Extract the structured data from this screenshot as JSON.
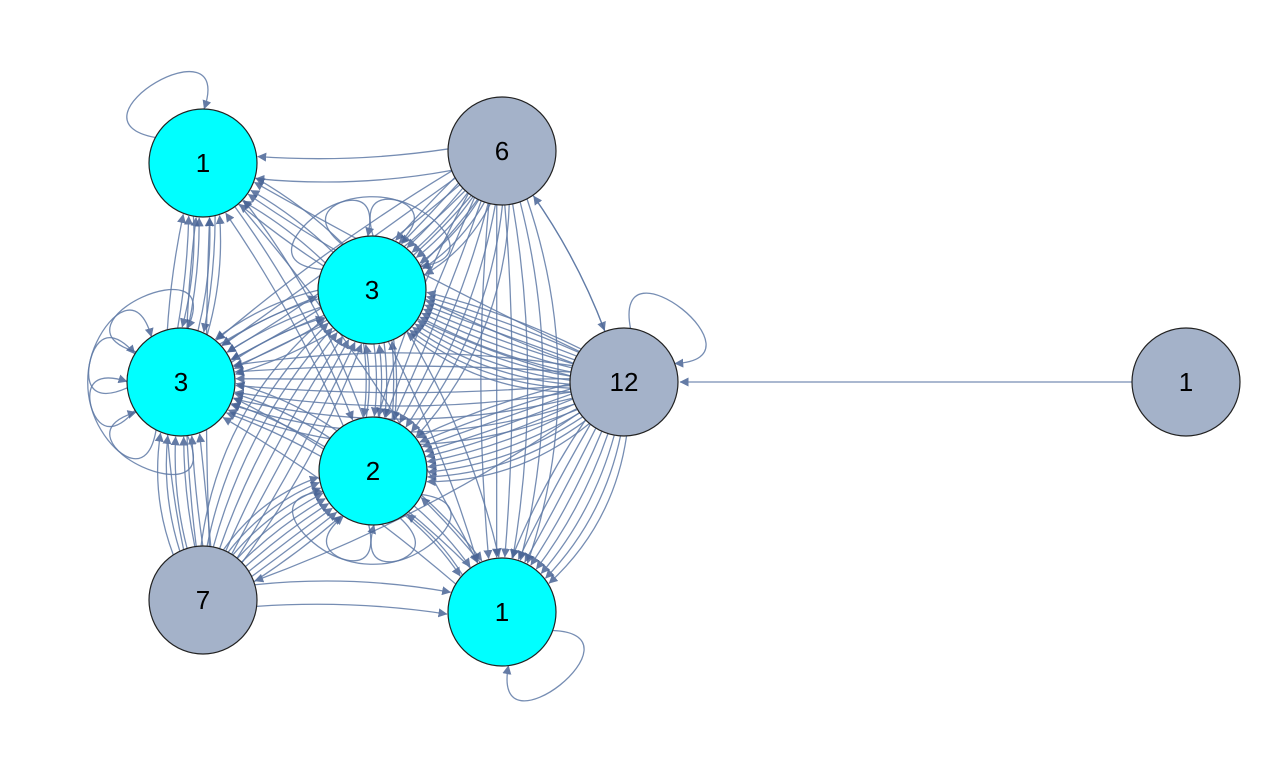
{
  "diagram": {
    "colors": {
      "cyan_node": "#00ffff",
      "gray_node": "#a4b2c9",
      "node_stroke": "#222222",
      "edge": "#5f7aa6",
      "arrow": "#4a6596"
    },
    "nodes": [
      {
        "id": "c-top",
        "label": "1",
        "type": "cyan"
      },
      {
        "id": "c-left",
        "label": "3",
        "type": "cyan"
      },
      {
        "id": "c-center-top",
        "label": "3",
        "type": "cyan"
      },
      {
        "id": "c-center-bottom",
        "label": "2",
        "type": "cyan"
      },
      {
        "id": "c-bottom",
        "label": "1",
        "type": "cyan"
      },
      {
        "id": "g-top",
        "label": "6",
        "type": "gray"
      },
      {
        "id": "g-hub",
        "label": "12",
        "type": "gray"
      },
      {
        "id": "g-bottom-left",
        "label": "7",
        "type": "gray"
      },
      {
        "id": "g-far-right",
        "label": "1",
        "type": "gray"
      }
    ],
    "edges": [
      {
        "from": "g-far-right",
        "to": "g-hub",
        "count": 1
      },
      {
        "from": "g-hub",
        "to": "g-hub",
        "count": 1
      },
      {
        "from": "g-hub",
        "to": "g-top",
        "count": 1
      },
      {
        "from": "g-top",
        "to": "g-hub",
        "count": 1
      },
      {
        "from": "g-hub",
        "to": "c-center-top",
        "count": 12
      },
      {
        "from": "g-hub",
        "to": "c-center-bottom",
        "count": 10
      },
      {
        "from": "g-hub",
        "to": "c-left",
        "count": 8
      },
      {
        "from": "g-hub",
        "to": "c-bottom",
        "count": 8
      },
      {
        "from": "g-hub",
        "to": "c-top",
        "count": 3
      },
      {
        "from": "g-hub",
        "to": "g-bottom-left",
        "count": 1
      },
      {
        "from": "g-top",
        "to": "c-top",
        "count": 2
      },
      {
        "from": "g-top",
        "to": "c-center-top",
        "count": 8
      },
      {
        "from": "g-top",
        "to": "c-left",
        "count": 6
      },
      {
        "from": "g-top",
        "to": "c-center-bottom",
        "count": 7
      },
      {
        "from": "g-top",
        "to": "c-bottom",
        "count": 6
      },
      {
        "from": "g-bottom-left",
        "to": "c-left",
        "count": 6
      },
      {
        "from": "g-bottom-left",
        "to": "c-top",
        "count": 3
      },
      {
        "from": "g-bottom-left",
        "to": "c-center-top",
        "count": 8
      },
      {
        "from": "g-bottom-left",
        "to": "c-center-bottom",
        "count": 9
      },
      {
        "from": "g-bottom-left",
        "to": "c-bottom",
        "count": 2
      },
      {
        "from": "c-left",
        "to": "c-top",
        "count": 4
      },
      {
        "from": "c-top",
        "to": "c-left",
        "count": 2
      },
      {
        "from": "c-center-top",
        "to": "c-left",
        "count": 5
      },
      {
        "from": "c-center-top",
        "to": "c-top",
        "count": 3
      },
      {
        "from": "c-center-top",
        "to": "c-center-bottom",
        "count": 4
      },
      {
        "from": "c-center-top",
        "to": "c-bottom",
        "count": 2
      },
      {
        "from": "c-center-bottom",
        "to": "c-left",
        "count": 4
      },
      {
        "from": "c-center-bottom",
        "to": "c-center-top",
        "count": 3
      },
      {
        "from": "c-center-bottom",
        "to": "c-bottom",
        "count": 3
      },
      {
        "from": "c-center-bottom",
        "to": "c-top",
        "count": 2
      },
      {
        "from": "c-bottom",
        "to": "c-center-bottom",
        "count": 2
      },
      {
        "from": "c-bottom",
        "to": "c-left",
        "count": 2
      },
      {
        "from": "c-left",
        "to": "c-center-top",
        "count": 2
      },
      {
        "from": "c-top",
        "to": "c-center-bottom",
        "count": 1
      },
      {
        "from": "c-top",
        "to": "c-bottom",
        "count": 1
      },
      {
        "from": "c-center-top",
        "to": "c-center-top",
        "count": 3
      },
      {
        "from": "c-center-bottom",
        "to": "c-center-bottom",
        "count": 3
      },
      {
        "from": "c-left",
        "to": "c-left",
        "count": 5
      },
      {
        "from": "c-top",
        "to": "c-top",
        "count": 1
      },
      {
        "from": "c-bottom",
        "to": "c-bottom",
        "count": 1
      }
    ]
  }
}
